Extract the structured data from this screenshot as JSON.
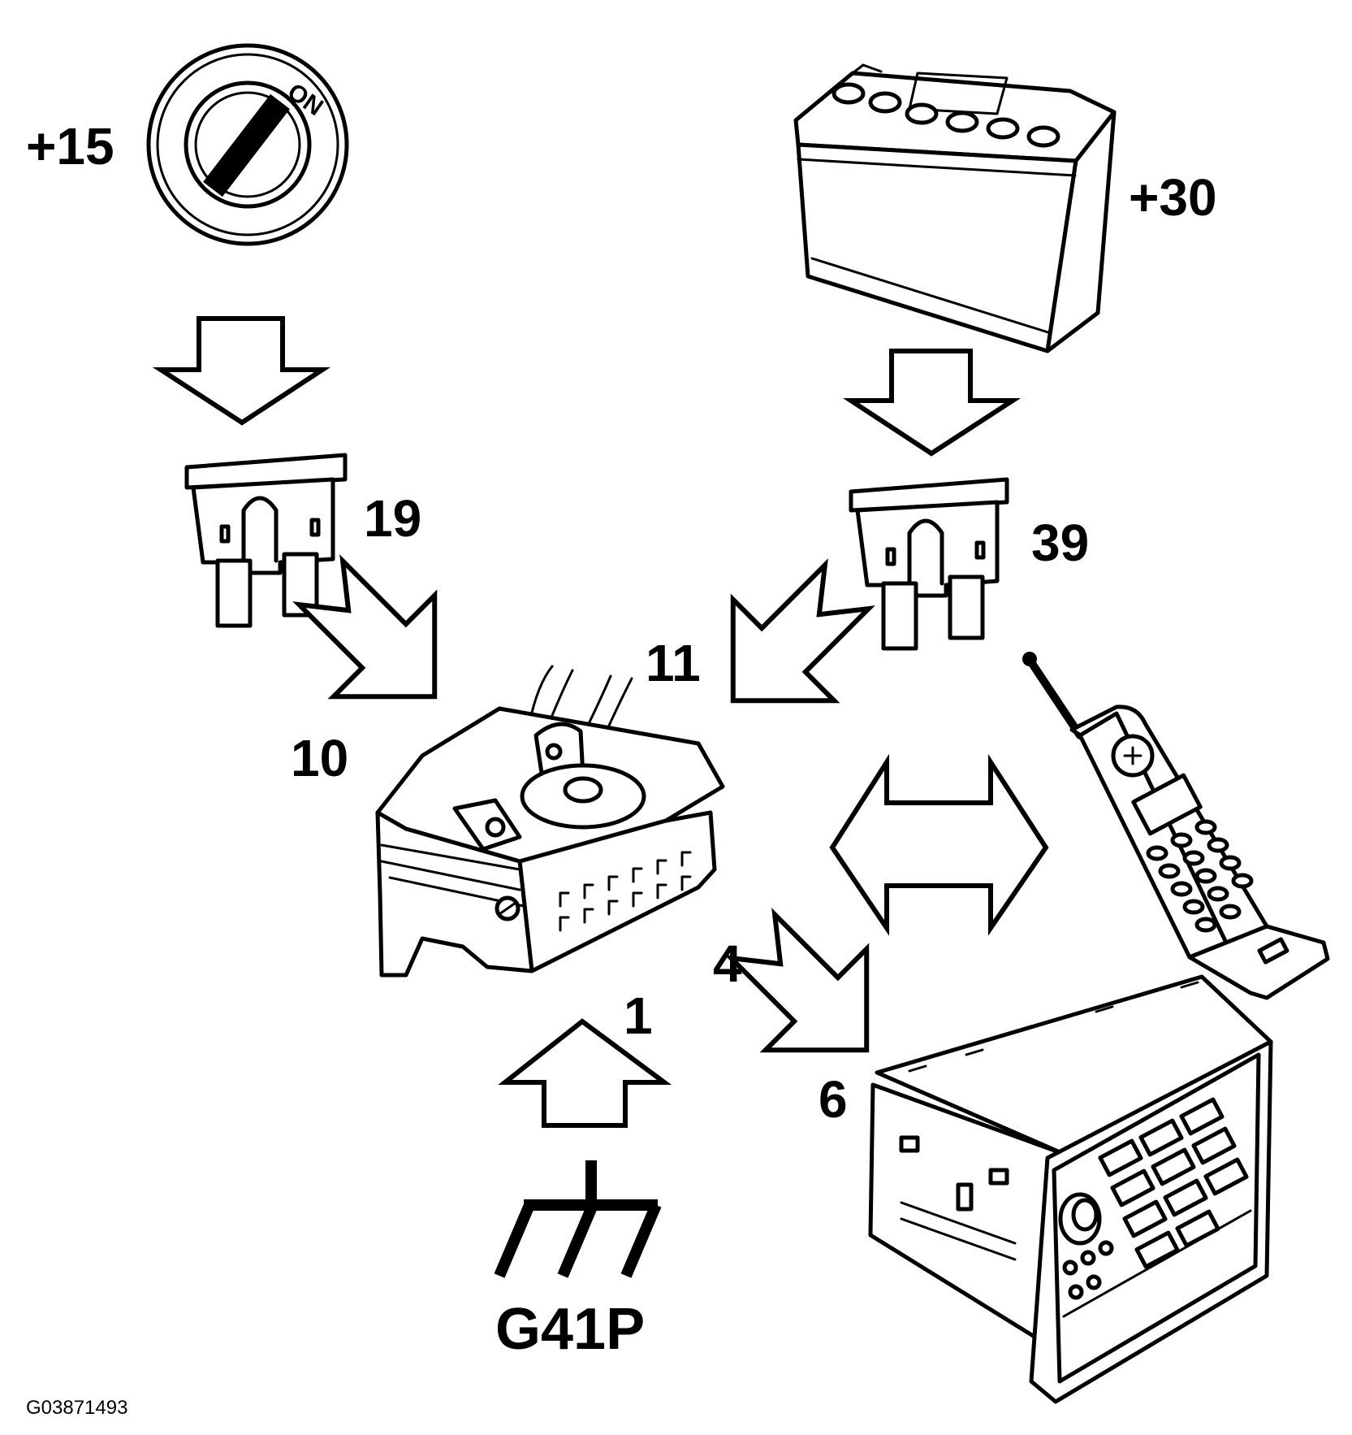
{
  "labels": {
    "ignition_terminal": "+15",
    "ignition_on": "ON",
    "battery_terminal": "+30",
    "fuse_left": "19",
    "fuse_right": "39",
    "pin_10": "10",
    "pin_11": "11",
    "pin_1": "1",
    "pin_4": "4",
    "pin_6": "6",
    "ground": "G41P",
    "figure_id": "G03871493"
  }
}
